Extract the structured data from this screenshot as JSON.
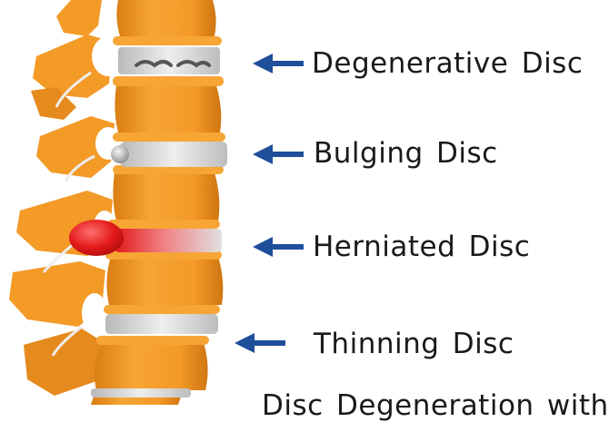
{
  "labels": {
    "degenerative": "Degenerative Disc",
    "bulging": "Bulging Disc",
    "herniated": "Herniated Disc",
    "thinning": "Thinning Disc",
    "caption_partial": "Disc Degeneration with"
  },
  "icons": {
    "arrow": "left-arrow-icon"
  },
  "colors": {
    "bone": "#f39a27",
    "bone_shadow": "#d97e14",
    "disc": "#d8d8d8",
    "herniation": "#e01818",
    "arrow": "#1f4e9a",
    "text": "#1a1a1a"
  }
}
